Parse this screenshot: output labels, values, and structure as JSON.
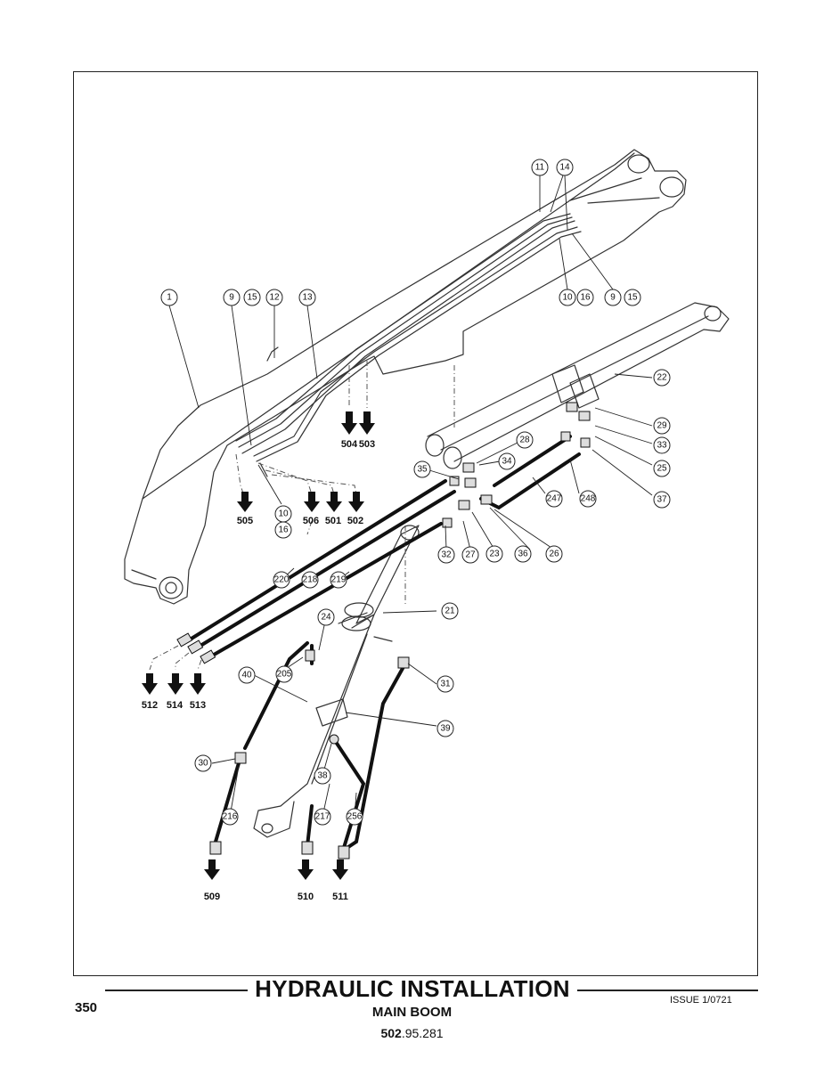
{
  "page_number": "350",
  "title": "HYDRAULIC INSTALLATION",
  "subtitle": "MAIN BOOM",
  "doc_number_bold": "502",
  "doc_number_rest": ".95.281",
  "issue": "ISSUE 1/0721",
  "callouts": [
    "1",
    "9",
    "15",
    "12",
    "13",
    "11",
    "14",
    "10",
    "16",
    "9",
    "15",
    "10",
    "16",
    "22",
    "29",
    "33",
    "25",
    "37",
    "28",
    "34",
    "35",
    "247",
    "248",
    "36",
    "26",
    "32",
    "27",
    "23",
    "220",
    "218",
    "219",
    "21",
    "24",
    "205",
    "40",
    "31",
    "39",
    "30",
    "38",
    "216",
    "217",
    "256"
  ],
  "ports": [
    "504",
    "503",
    "505",
    "506",
    "501",
    "502",
    "512",
    "514",
    "513",
    "509",
    "510",
    "511"
  ]
}
